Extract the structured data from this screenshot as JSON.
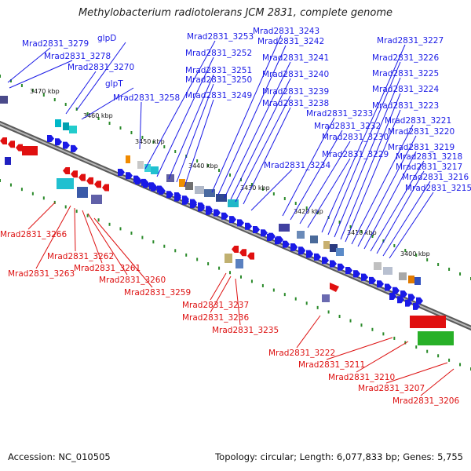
{
  "title": "Methylobacterium radiotolerans JCM 2831, complete genome",
  "accession": "Accession: NC_010505",
  "summary": "Topology: circular; Length: 6,077,833 bp; Genes: 5,755",
  "colors": {
    "forward_label": "#1a1ae6",
    "reverse_label": "#dd1111",
    "backbone": "#7a7a7a",
    "forward_gene": "#1a1ae6",
    "reverse_gene": "#e01010",
    "tick": "#2a8a2a"
  },
  "scale_labels": [
    "3470 kbp",
    "3460 kbp",
    "3450 kbp",
    "3440 kbp",
    "3430 kbp",
    "3420 kbp",
    "3410 kbp",
    "3400 kbp"
  ],
  "forward_labels": [
    "Mrad2831_3279",
    "Mrad2831_3278",
    "glpD",
    "Mrad2831_3270",
    "glpT",
    "Mrad2831_3258",
    "Mrad2831_3253",
    "Mrad2831_3252",
    "Mrad2831_3251",
    "Mrad2831_3250",
    "Mrad2831_3249",
    "Mrad2831_3243",
    "Mrad2831_3242",
    "Mrad2831_3241",
    "Mrad2831_3240",
    "Mrad2831_3239",
    "Mrad2831_3238",
    "Mrad2831_3234",
    "Mrad2831_3233",
    "Mrad2831_3232",
    "Mrad2831_3230",
    "Mrad2831_3229",
    "Mrad2831_3227",
    "Mrad2831_3226",
    "Mrad2831_3225",
    "Mrad2831_3224",
    "Mrad2831_3223",
    "Mrad2831_3221",
    "Mrad2831_3220",
    "Mrad2831_3219",
    "Mrad2831_3218",
    "Mrad2831_3217",
    "Mrad2831_3216",
    "Mrad2831_3215"
  ],
  "reverse_labels": [
    "Mrad2831_3266",
    "Mrad2831_3262",
    "Mrad2831_3263",
    "Mrad2831_3261",
    "Mrad2831_3260",
    "Mrad2831_3259",
    "Mrad2831_3237",
    "Mrad2831_3236",
    "Mrad2831_3235",
    "Mrad2831_3222",
    "Mrad2831_3211",
    "Mrad2831_3210",
    "Mrad2831_3207",
    "Mrad2831_3206"
  ]
}
